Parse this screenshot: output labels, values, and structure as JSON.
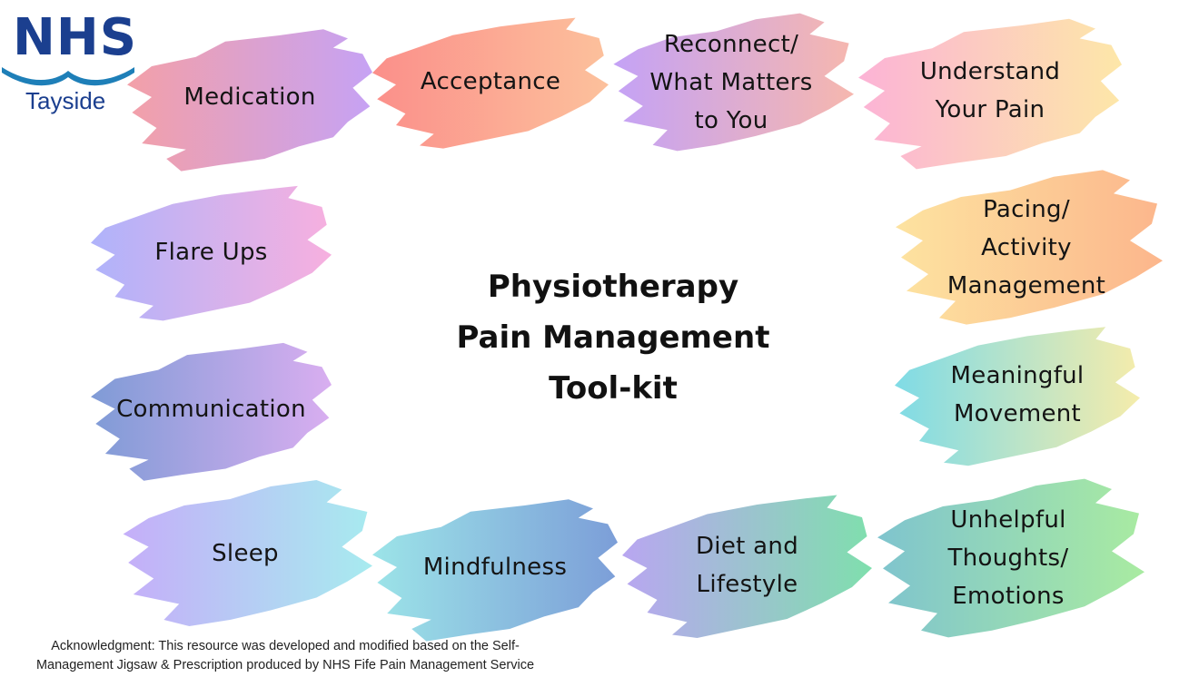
{
  "logo": {
    "brand": "NHS",
    "region": "Tayside",
    "brand_color": "#1b3f8f",
    "wave_color": "#1e7fb8"
  },
  "title": "Physiotherapy\nPain Management\nTool-kit",
  "tiles": [
    {
      "id": "medication",
      "label": "Medication",
      "colors": [
        "#f3a0a8",
        "#c6a2f4"
      ]
    },
    {
      "id": "acceptance",
      "label": "Acceptance",
      "colors": [
        "#fb8f8a",
        "#fcc19c"
      ]
    },
    {
      "id": "reconnect",
      "label": "Reconnect/\nWhat Matters\nto You",
      "colors": [
        "#c4a2f6",
        "#f6b7ae"
      ]
    },
    {
      "id": "understand",
      "label": "Understand\nYour Pain",
      "colors": [
        "#fcb3d6",
        "#fde7a8"
      ]
    },
    {
      "id": "flare-ups",
      "label": "Flare Ups",
      "colors": [
        "#afb3fb",
        "#f7b0df"
      ]
    },
    {
      "id": "pacing",
      "label": "Pacing/\nActivity\nManagement",
      "colors": [
        "#fde3a0",
        "#fcb68c"
      ]
    },
    {
      "id": "communication",
      "label": "Communication",
      "colors": [
        "#7f9bd6",
        "#d9aef0"
      ]
    },
    {
      "id": "meaningful",
      "label": "Meaningful\nMovement",
      "colors": [
        "#7fdbe6",
        "#f5ecab"
      ]
    },
    {
      "id": "sleep",
      "label": "Sleep",
      "colors": [
        "#c5aef9",
        "#a7ebef"
      ]
    },
    {
      "id": "mindfulness",
      "label": "Mindfulness",
      "colors": [
        "#9ce4e8",
        "#7c9ed8"
      ]
    },
    {
      "id": "diet",
      "label": "Diet and\nLifestyle",
      "colors": [
        "#b9a6f1",
        "#7fdfad"
      ]
    },
    {
      "id": "unhelpful",
      "label": "Unhelpful\nThoughts/\nEmotions",
      "colors": [
        "#7fc4ce",
        "#a9eba1"
      ]
    }
  ],
  "acknowledgment": "Acknowledgment: This resource was developed and modified based on the Self-\nManagement Jigsaw & Prescription produced by NHS Fife Pain Management Service"
}
